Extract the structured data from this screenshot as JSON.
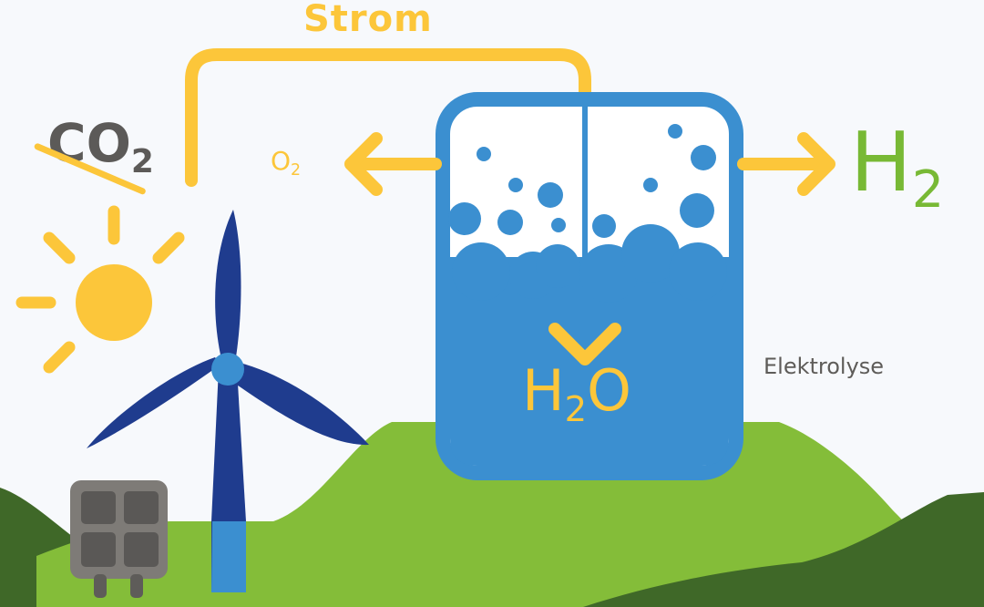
{
  "labels": {
    "strom": "Strom",
    "o2": {
      "base": "O",
      "sub": "2"
    },
    "h2": {
      "base": "H",
      "sub": "2"
    },
    "h2o": {
      "base": "H",
      "sub": "2",
      "tail": "O"
    },
    "co2": {
      "base": "CO",
      "sub": "2"
    },
    "elektrolyse": "Elektrolyse"
  },
  "colors": {
    "strom_line": "#fcc63a",
    "electrolyzer_blue": "#3b8fd0",
    "hydrogen_green": "#78b935",
    "hill_light": "#84bd39",
    "hill_dark": "#3f6828",
    "turbine_navy": "#1f3c8e",
    "text_gray": "#5e5c59"
  },
  "icons": [
    "sun-icon",
    "wind-turbine-icon",
    "solar-panel-icon",
    "electrolyzer-tank-icon",
    "bubble-icon",
    "arrow-icon"
  ]
}
